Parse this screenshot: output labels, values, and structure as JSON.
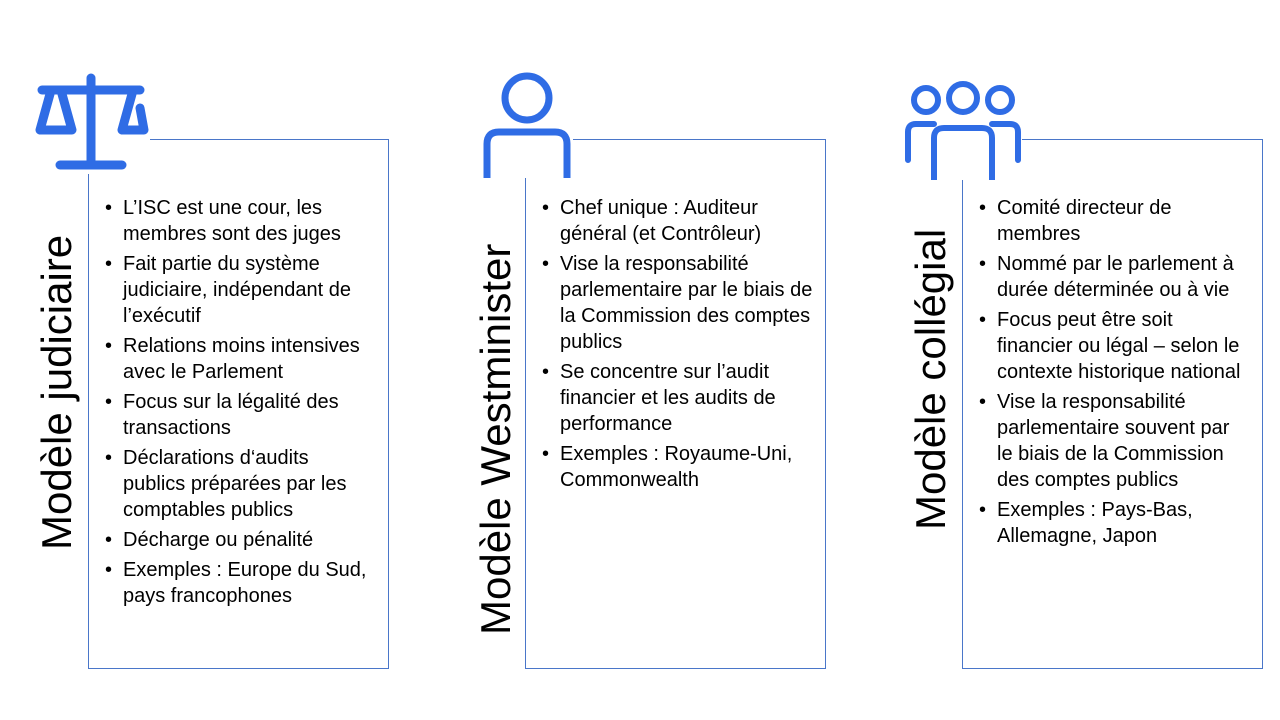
{
  "colors": {
    "accent": "#2F6CE5",
    "box_border": "#4A76C9",
    "text": "#000000",
    "background": "#FFFFFF"
  },
  "models": [
    {
      "icon": "scales-of-justice-icon",
      "title": "Modèle judiciaire",
      "bullets": [
        "L’ISC est une cour, les membres sont des juges",
        "Fait partie du système judiciaire, indépendant de l’exécutif",
        "Relations moins intensives avec le Parlement",
        "Focus sur la légalité des transactions",
        "Déclarations d‘audits publics préparées par les comptables publics",
        "Décharge ou pénalité",
        "Exemples : Europe du Sud, pays francophones"
      ]
    },
    {
      "icon": "single-person-icon",
      "title": "Modèle Westminister",
      "bullets": [
        "Chef unique : Auditeur général (et Contrôleur)",
        "Vise la responsabilité parlementaire par le biais de la Commission des comptes publics",
        "Se concentre sur l’audit financier et les audits de performance",
        "Exemples : Royaume-Uni, Commonwealth"
      ]
    },
    {
      "icon": "group-of-people-icon",
      "title": "Modèle collégial",
      "bullets": [
        "Comité directeur de membres",
        "Nommé par le parlement à durée déterminée ou à vie",
        "Focus peut être soit financier ou légal – selon le contexte historique national",
        "Vise la responsabilité parlementaire souvent par le biais de la Commission des comptes publics",
        "Exemples : Pays-Bas, Allemagne, Japon"
      ]
    }
  ]
}
